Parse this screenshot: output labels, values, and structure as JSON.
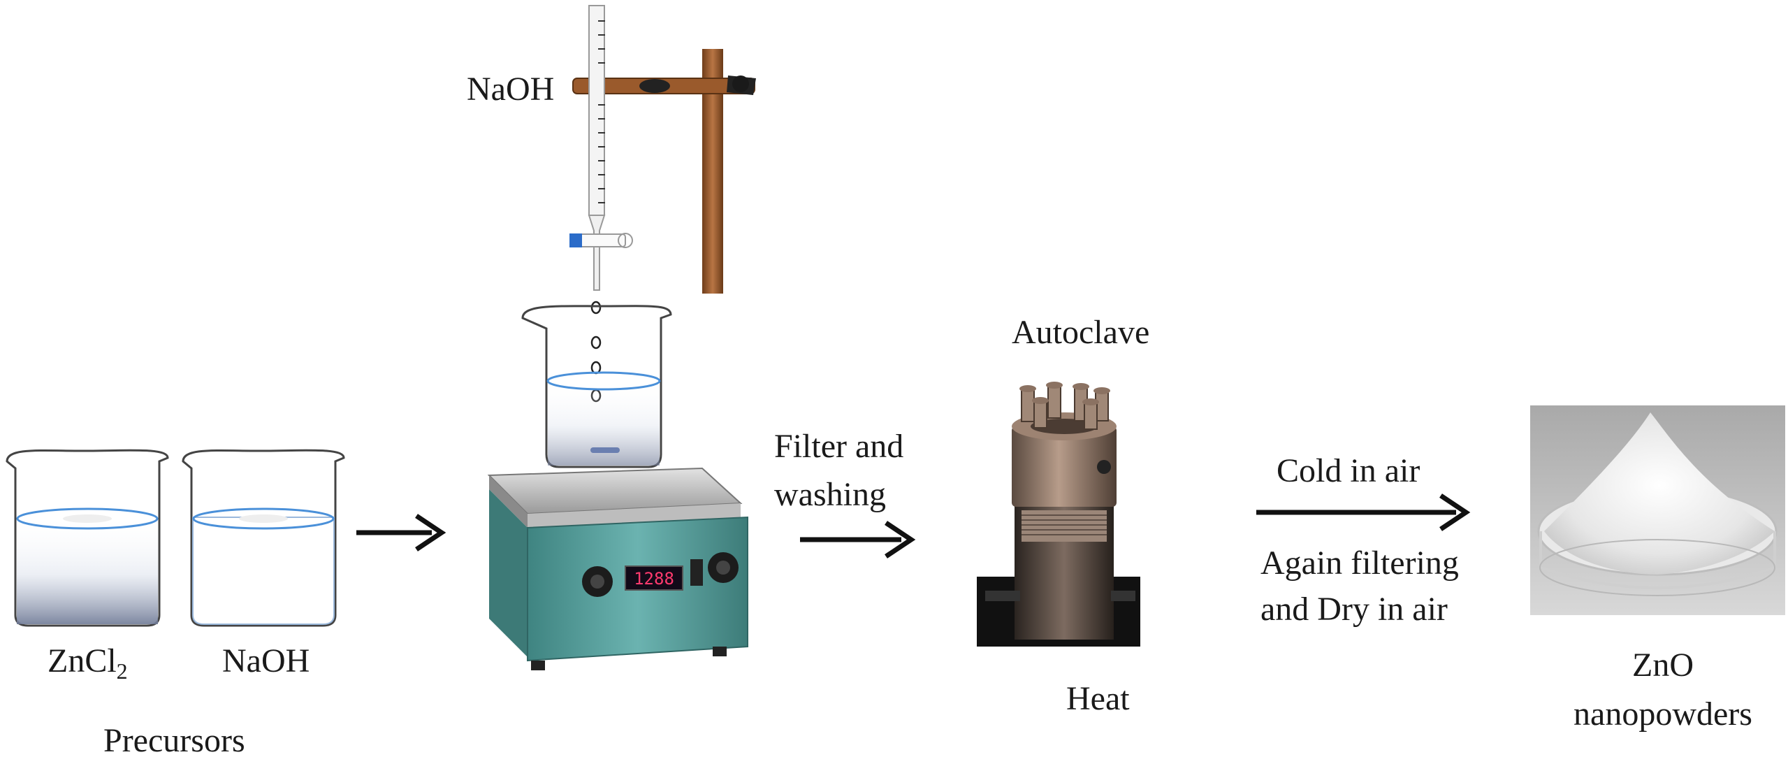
{
  "labels": {
    "burette_reagent": "NaOH",
    "precursor_1_main": "ZnCl",
    "precursor_1_sub": "2",
    "precursor_2": "NaOH",
    "precursors": "Precursors",
    "filter_line1": "Filter and",
    "filter_line2": "washing",
    "autoclave": "Autoclave",
    "heat": "Heat",
    "cold_in_air": "Cold in air",
    "again_line1": "Again filtering",
    "again_line2": "and Dry in air",
    "product_line1": "ZnO",
    "product_line2": "nanopowders"
  },
  "stirrer_display": "1288",
  "colors": {
    "liquid_line": "#4a90d9",
    "stirrer_body": "#5aa3a0",
    "stand_wood": "#9a5a2c",
    "arrow": "#111111",
    "autoclave_metal": "#8a6e5e"
  },
  "icons": {
    "beaker": "beaker-icon",
    "burette": "burette-icon",
    "stirrer": "magnetic-stirrer-icon",
    "autoclave": "autoclave-icon",
    "petri_dish": "petri-dish-powder-icon"
  }
}
